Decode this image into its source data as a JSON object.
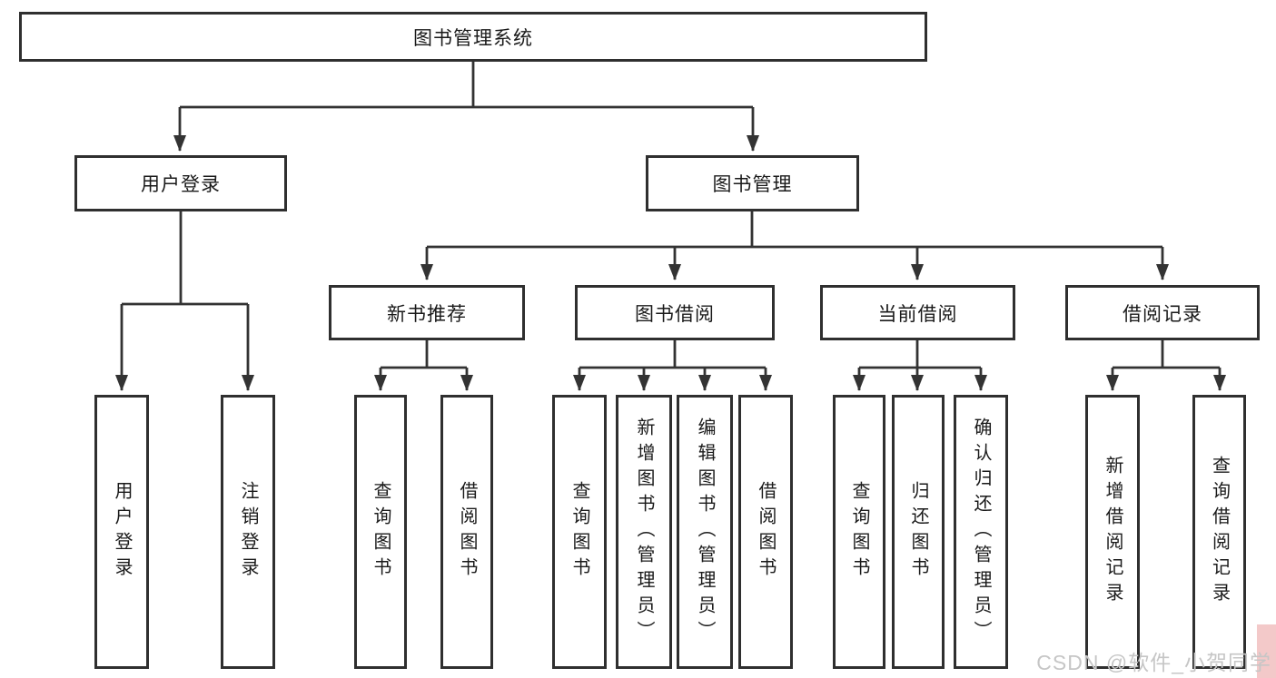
{
  "diagram": {
    "tree": {
      "label": "图书管理系统",
      "children": [
        {
          "label": "用户登录",
          "children": [
            {
              "label": "用户登录"
            },
            {
              "label": "注销登录"
            }
          ]
        },
        {
          "label": "图书管理",
          "children": [
            {
              "label": "新书推荐",
              "children": [
                {
                  "label": "查询图书"
                },
                {
                  "label": "借阅图书"
                }
              ]
            },
            {
              "label": "图书借阅",
              "children": [
                {
                  "label": "查询图书"
                },
                {
                  "label": "新增图书（管理员）"
                },
                {
                  "label": "编辑图书（管理员）"
                },
                {
                  "label": "借阅图书"
                }
              ]
            },
            {
              "label": "当前借阅",
              "children": [
                {
                  "label": "查询图书"
                },
                {
                  "label": "归还图书"
                },
                {
                  "label": "确认归还（管理员）"
                }
              ]
            },
            {
              "label": "借阅记录",
              "children": [
                {
                  "label": "新增借阅记录"
                },
                {
                  "label": "查询借阅记录"
                }
              ]
            }
          ]
        }
      ]
    },
    "colors": {
      "line": "#333333",
      "box_border": "#2f2f2f",
      "text": "#1a1a1a",
      "background": "#ffffff",
      "watermark_text": "#c6c6c6",
      "watermark_block": "#f3c9c9"
    }
  },
  "watermark": {
    "text": "CSDN @软件_小贺同学"
  }
}
